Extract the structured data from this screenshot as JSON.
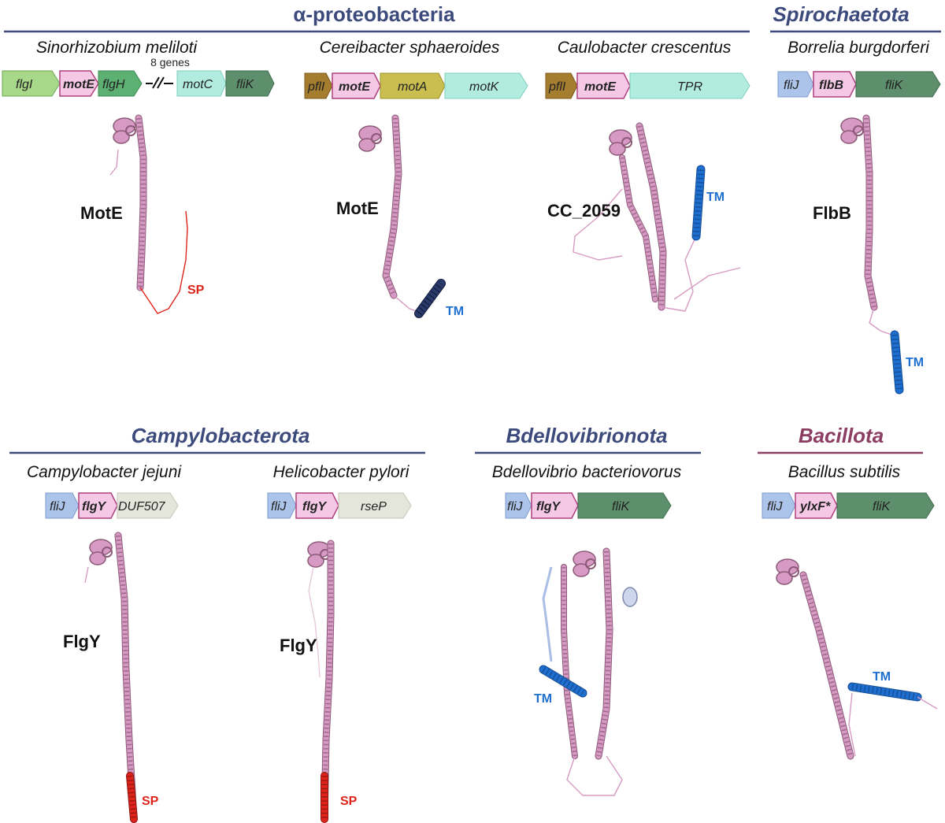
{
  "colors": {
    "phylum_blue": "#3c4a7c",
    "phylum_purple": "#8b3e62",
    "helix_pink": "#d79ac4",
    "helix_dark": "#8c5a78",
    "tm_blue": "#1f6fd1",
    "tm_dark": "#2a3a6a",
    "sp_red": "#e0241c",
    "light_blue": "#a9bde5"
  },
  "groups": {
    "alpha": "α-proteobacteria",
    "spiro": "Spirochaetota",
    "campy": "Campylobacterota",
    "bdello": "Bdellovibrionota",
    "bacillota": "Bacillota"
  },
  "species": {
    "s1": "Sinorhizobium meliloti",
    "s2": "Cereibacter sphaeroides",
    "s3": "Caulobacter crescentus",
    "s4": "Borrelia burgdorferi",
    "s5": "Campylobacter jejuni",
    "s6": "Helicobacter pylori",
    "s7": "Bdellovibrio bacteriovorus",
    "s8": "Bacillus subtilis"
  },
  "operons": {
    "o1": [
      "flgI",
      "motE",
      "flgH",
      "motC",
      "fliK"
    ],
    "o1_gap": "8 genes",
    "o2": [
      "pflI",
      "motE",
      "motA",
      "motK"
    ],
    "o3": [
      "pflI",
      "motE",
      "TPR"
    ],
    "o4": [
      "fliJ",
      "flbB",
      "fliK"
    ],
    "o5": [
      "fliJ",
      "flgY",
      "DUF507"
    ],
    "o6": [
      "fliJ",
      "flgY",
      "rseP"
    ],
    "o7": [
      "fliJ",
      "flgY",
      "fliK"
    ],
    "o8": [
      "fliJ",
      "ylxF*",
      "fliK"
    ]
  },
  "proteins": {
    "p1": "MotE",
    "p2": "MotE",
    "p3": "CC_2059",
    "p4": "FlbB",
    "p5": "FlgY",
    "p6": "FlgY",
    "p7": "TM",
    "p8": "TM"
  },
  "tags": {
    "sp": "SP",
    "tm": "TM"
  }
}
